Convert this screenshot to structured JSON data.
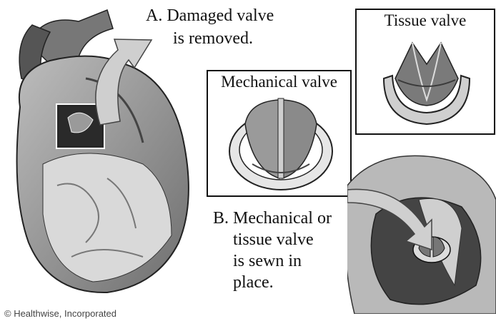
{
  "step_a": {
    "letter": "A.",
    "line1": "Damaged valve",
    "line2": "is removed."
  },
  "step_b": {
    "letter": "B.",
    "lines": [
      "Mechanical or",
      "tissue valve",
      "is sewn in",
      "place."
    ]
  },
  "mechanical_box": {
    "title": "Mechanical valve"
  },
  "tissue_box": {
    "title": "Tissue valve"
  },
  "credit": "© Healthwise, Incorporated",
  "colors": {
    "ink": "#111111",
    "tissue_dark": "#3a3a3a",
    "tissue_mid": "#8a8a8a",
    "tissue_light": "#d6d6d6"
  }
}
